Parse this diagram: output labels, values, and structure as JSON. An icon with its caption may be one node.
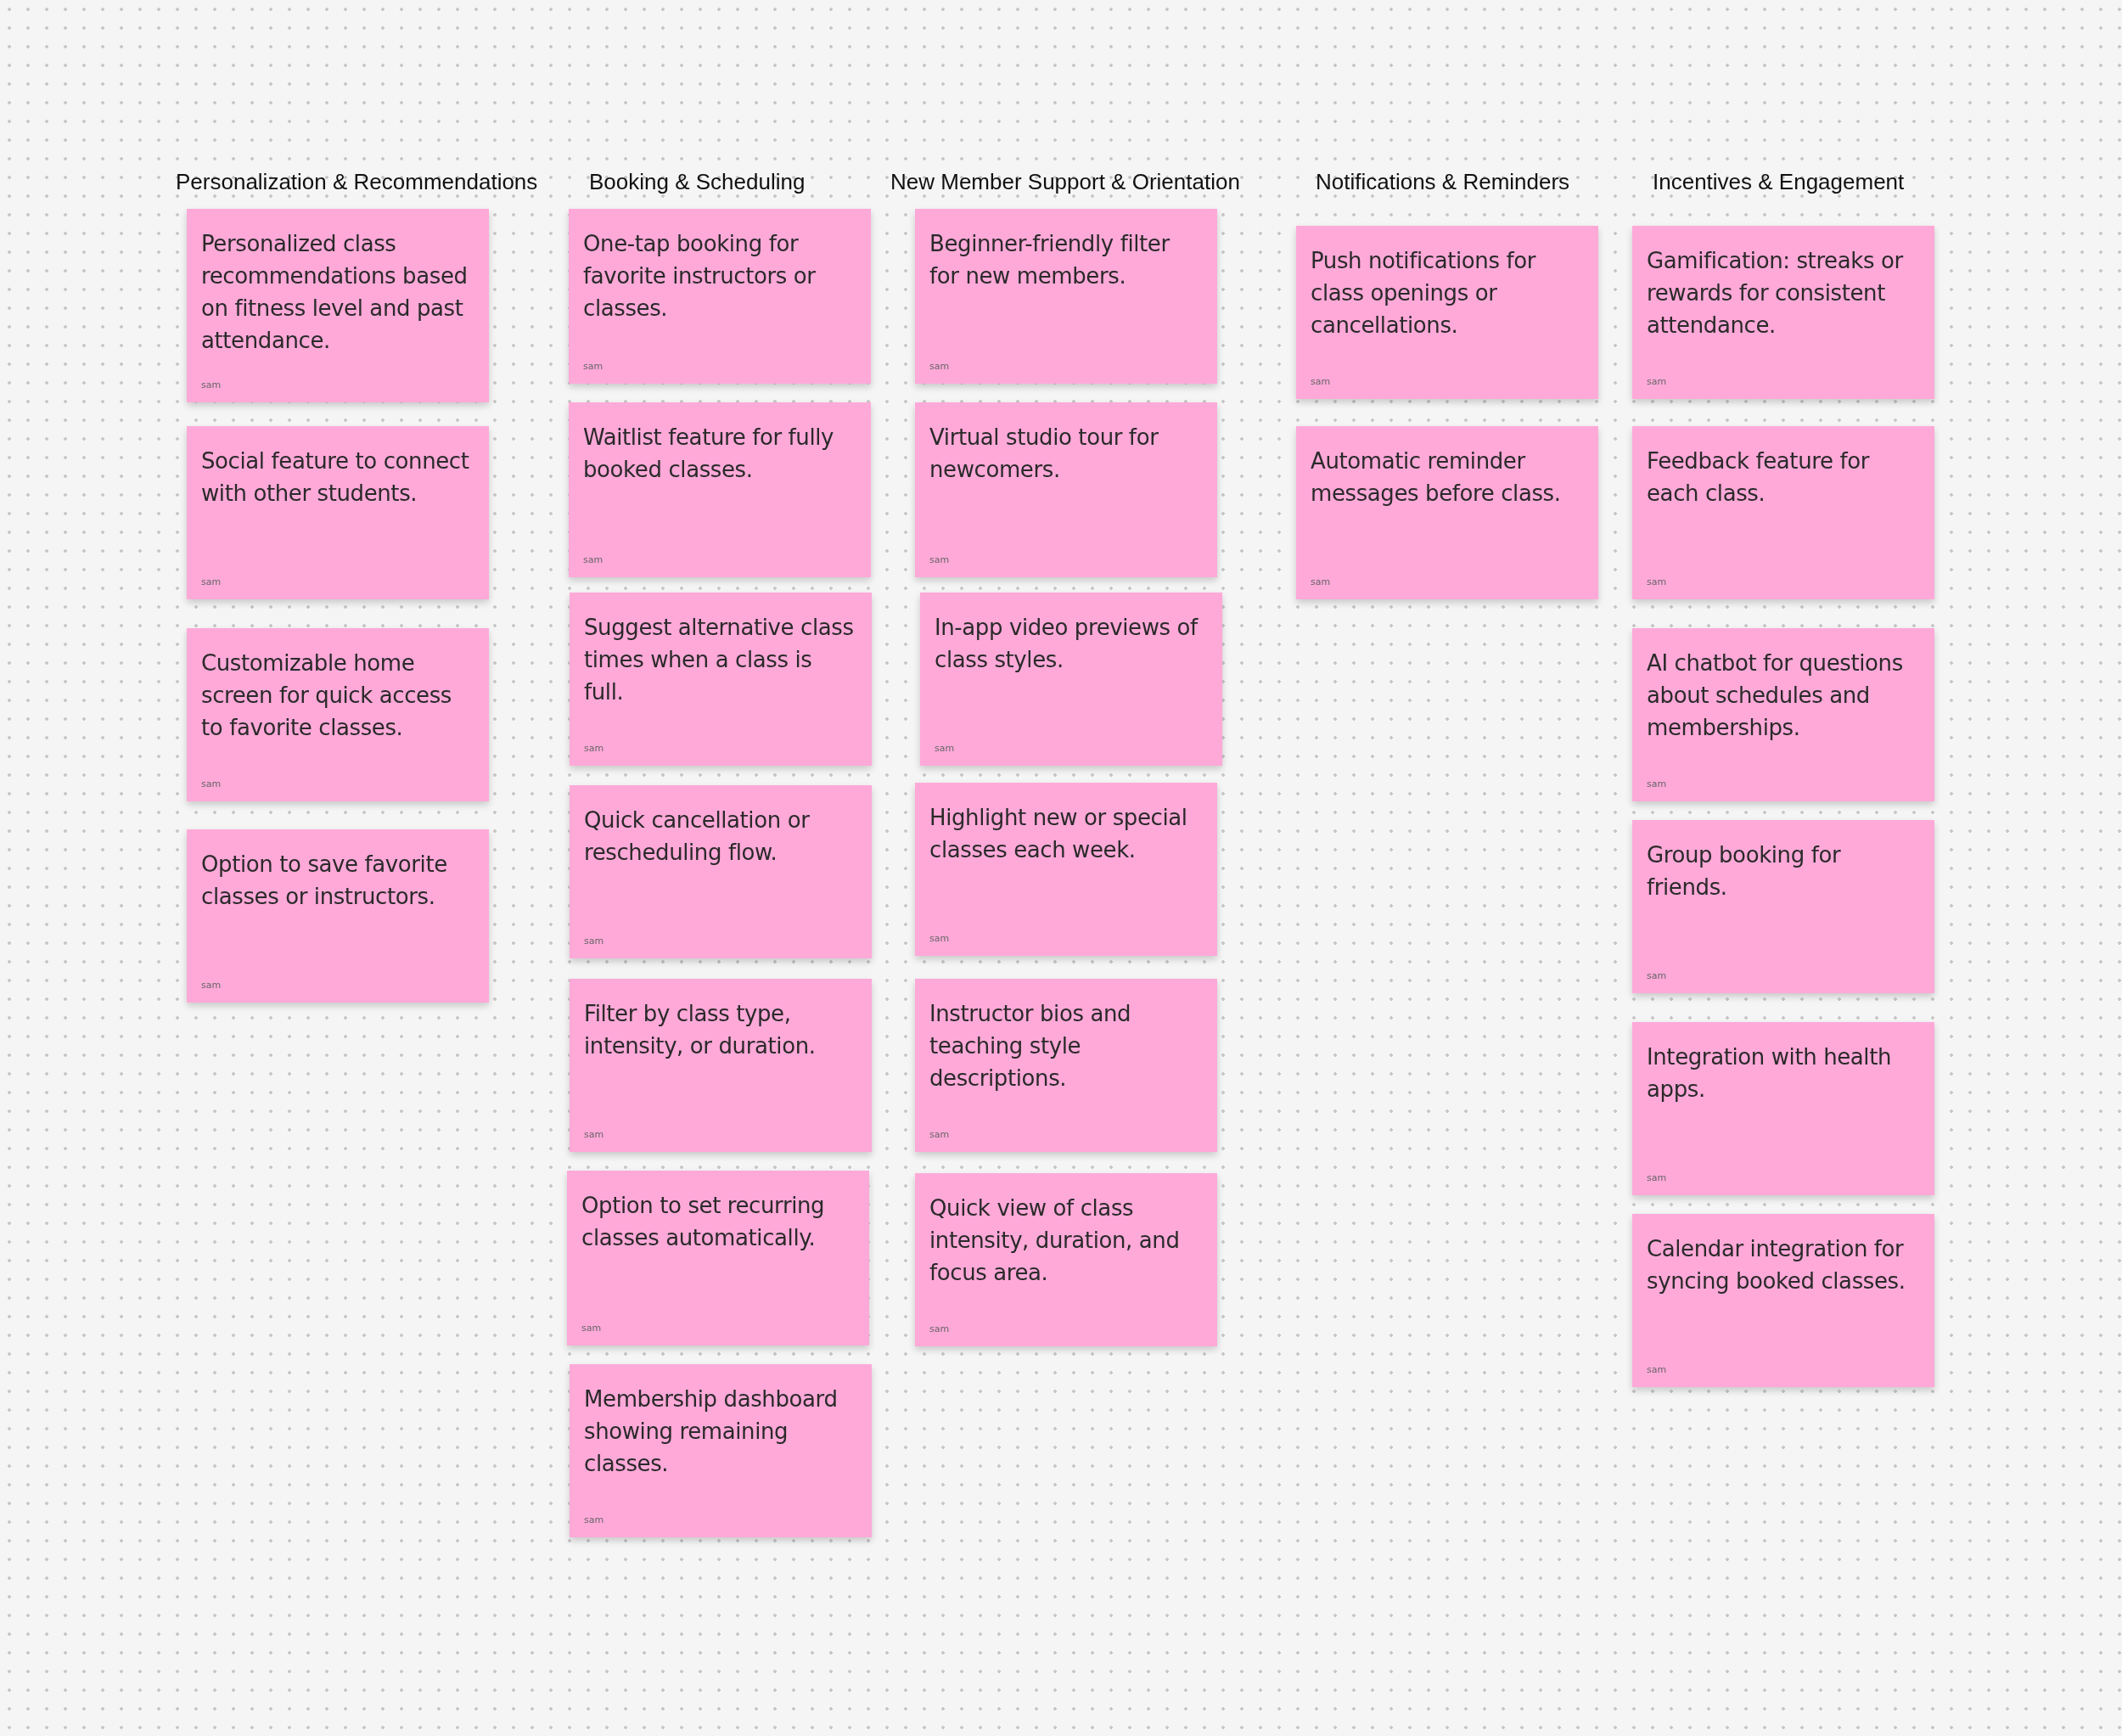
{
  "diagram": {
    "nodes": [
      {
        "text": [
          "Personalized class recommendations based on fitness level and past attendance.",
          "sam"
        ]
      },
      {
        "text": [
          "Social feature to connect with other students.",
          "sam"
        ]
      },
      {
        "text": [
          "Customizable home screen for quick access to favorite classes.",
          "sam"
        ]
      },
      {
        "text": [
          "Option to save favorite classes or instructors.",
          "sam"
        ]
      },
      {
        "text": [
          "One-tap booking for favorite instructors or classes.",
          "sam"
        ]
      },
      {
        "text": [
          "Waitlist feature for fully booked classes.",
          "sam"
        ]
      },
      {
        "text": [
          "Suggest alternative class times when a class is full.",
          "sam"
        ]
      },
      {
        "text": [
          "Quick cancellation or rescheduling flow.",
          "sam"
        ]
      },
      {
        "text": [
          "Filter by class type, intensity, or duration.",
          "sam"
        ]
      },
      {
        "text": [
          "Option to set recurring classes automatically.",
          "sam"
        ]
      },
      {
        "text": [
          "Membership dashboard showing remaining classes.",
          "sam"
        ]
      },
      {
        "text": [
          "Beginner-friendly filter for new members.",
          "sam"
        ]
      },
      {
        "text": [
          "Virtual studio tour for newcomers.",
          "sam"
        ]
      },
      {
        "text": [
          "In-app video previews of class styles.",
          "sam"
        ]
      },
      {
        "text": [
          "Highlight new or special classes each week.",
          "sam"
        ]
      },
      {
        "text": [
          "Instructor bios and teaching style descriptions.",
          "sam"
        ]
      },
      {
        "text": [
          "Quick view of class intensity, duration, and focus area.",
          "sam"
        ]
      },
      {
        "text": [
          "Push notifications for class openings or cancellations.",
          "sam"
        ]
      },
      {
        "text": [
          "Automatic reminder messages before class.",
          "sam"
        ]
      },
      {
        "text": [
          "Gamification: streaks or rewards for consistent attendance.",
          "sam"
        ]
      },
      {
        "text": [
          "Feedback feature for each class.",
          "sam"
        ]
      },
      {
        "text": [
          "AI chatbot for questions about schedules and memberships.",
          "sam"
        ]
      },
      {
        "text": [
          "Group booking for friends.",
          "sam"
        ]
      },
      {
        "text": [
          "Integration with health apps.",
          "sam"
        ]
      },
      {
        "text": [
          "Calendar integration for syncing booked classes.",
          "sam"
        ]
      }
    ],
    "labels": [
      "Personalization & Recommendations",
      "Booking & Scheduling",
      "New Member Support & Orientation",
      "Notifications & Reminders",
      "Incentives & Engagement"
    ]
  }
}
